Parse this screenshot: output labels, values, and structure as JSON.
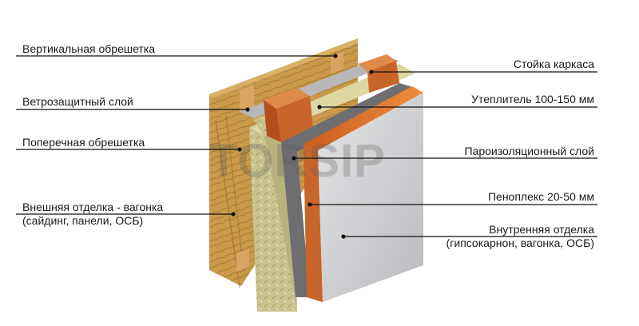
{
  "labels_left": [
    {
      "id": "vertical-battens",
      "text": "Вертикальная обрешетка"
    },
    {
      "id": "wind-barrier",
      "text": "Ветрозащитный слой"
    },
    {
      "id": "cross-battens",
      "text": "Поперечная обрешетка"
    },
    {
      "id": "exterior-finish",
      "text": "Внешняя отделка - вагонка",
      "text2": "(сайдинг, панели, ОСБ)"
    }
  ],
  "labels_right": [
    {
      "id": "frame-stud",
      "text": "Стойка каркаса"
    },
    {
      "id": "insulation",
      "text": "Утеплитель 100-150 мм"
    },
    {
      "id": "vapor-barrier",
      "text": "Пароизоляционный слой"
    },
    {
      "id": "penoplex",
      "text": "Пеноплекс 20-50 мм"
    },
    {
      "id": "interior-finish",
      "text": "Внутренняя отделка",
      "text2": "(гипсокарнон, вагонка, ОСБ)"
    }
  ],
  "watermark": "TORSIP",
  "colors": {
    "wood": "#c8933f",
    "wood_dark": "#9c6a24",
    "stud": "#c8652a",
    "insulation": "#c9c48f",
    "membrane": "#6e6e72",
    "penoplex": "#e0782c",
    "interior": "#d3d4d6",
    "leader": "#111111"
  }
}
